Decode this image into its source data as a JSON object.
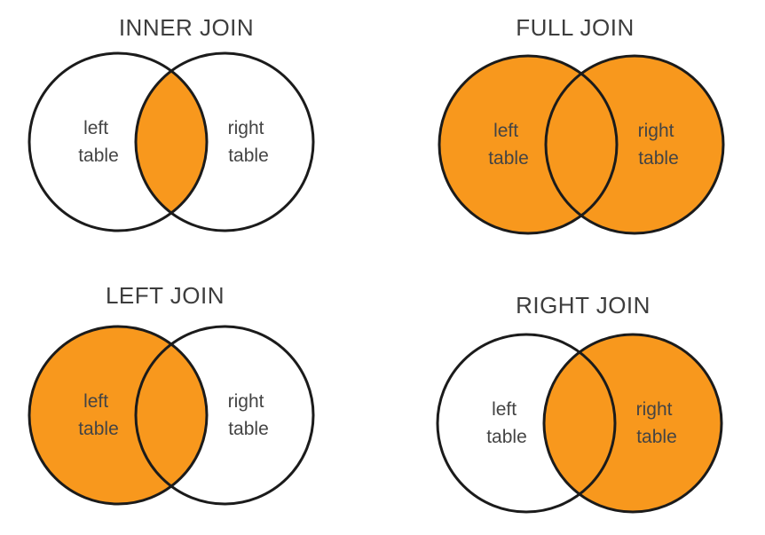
{
  "figure": {
    "description": "Four Venn diagrams illustrating SQL join types; orange shading marks the rows returned by each join"
  },
  "colors": {
    "background": "#ffffff",
    "shade": "#F8981D",
    "unshaded": "#ffffff",
    "circle_stroke": "#1b1b1b",
    "title_text": "#3d3d3d",
    "label_text": "#444444"
  },
  "diagrams": [
    {
      "title": "INNER JOIN",
      "shaded": "intersection",
      "left_circle_label_lines": [
        "left",
        "table"
      ],
      "right_circle_label_lines": [
        "right",
        "table"
      ]
    },
    {
      "title": "FULL JOIN",
      "shaded": "both",
      "left_circle_label_lines": [
        "left",
        "table"
      ],
      "right_circle_label_lines": [
        "right",
        "table"
      ]
    },
    {
      "title": "LEFT JOIN",
      "shaded": "left",
      "left_circle_label_lines": [
        "left",
        "table"
      ],
      "right_circle_label_lines": [
        "right",
        "table"
      ]
    },
    {
      "title": "RIGHT JOIN",
      "shaded": "right",
      "left_circle_label_lines": [
        "left",
        "table"
      ],
      "right_circle_label_lines": [
        "right",
        "table"
      ]
    }
  ]
}
